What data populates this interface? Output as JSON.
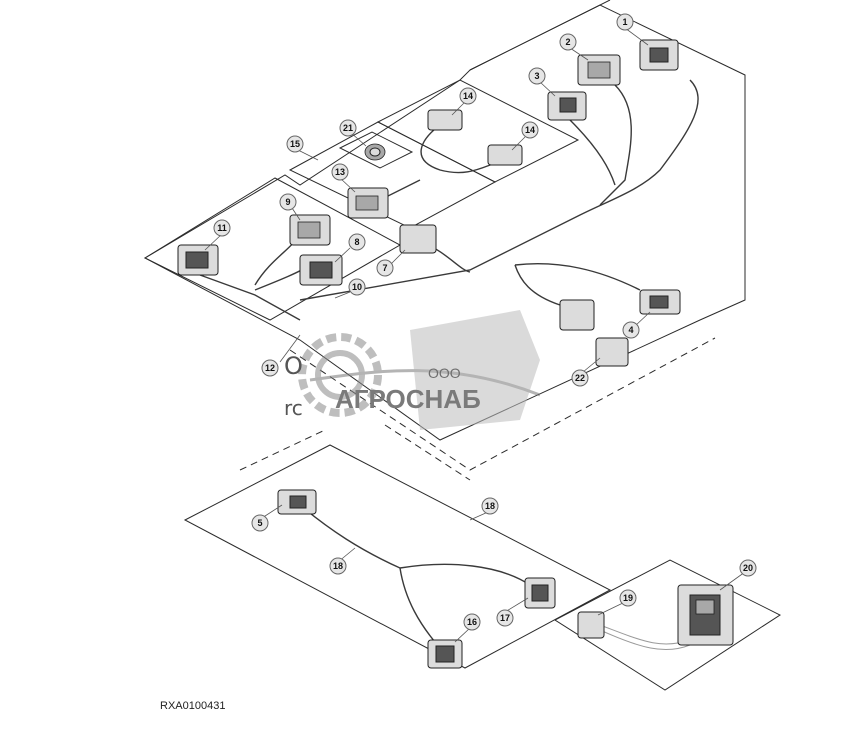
{
  "reference": "RXA0100431",
  "watermark": {
    "prefix": "ООО",
    "name": "АГРОСНАБ"
  },
  "fragments": [
    "O",
    "rc"
  ],
  "callouts": [
    "1",
    "2",
    "3",
    "4",
    "5",
    "7",
    "8",
    "9",
    "10",
    "11",
    "12",
    "13",
    "14",
    "14",
    "15",
    "16",
    "17",
    "18",
    "18",
    "19",
    "20",
    "21",
    "22"
  ]
}
